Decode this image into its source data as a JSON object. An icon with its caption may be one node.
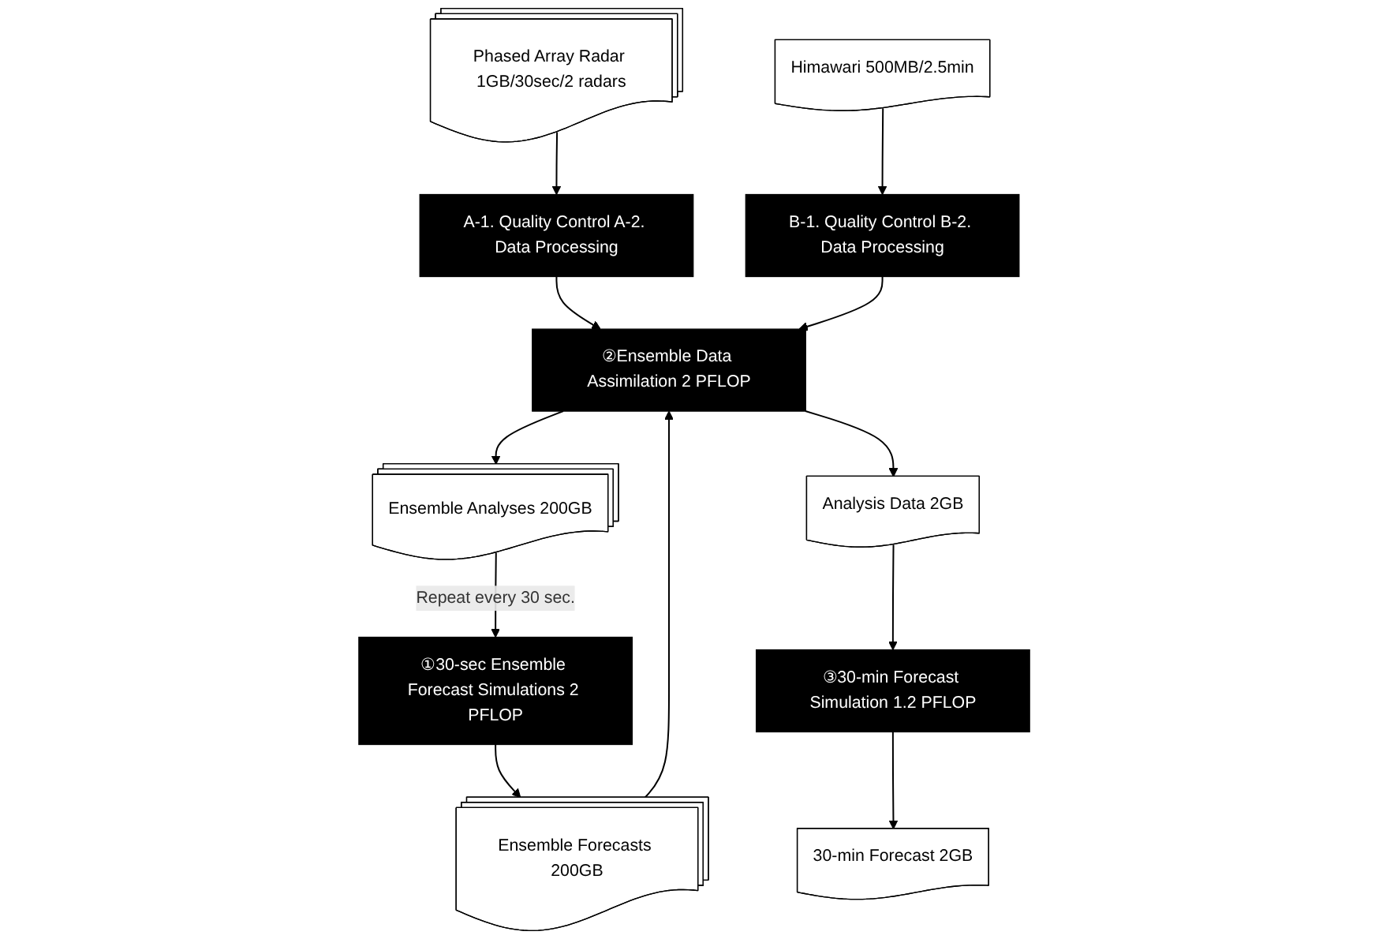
{
  "diagram": {
    "nodes": [
      {
        "text": [
          "Phased Array Radar 1GB/30sec/2 radars"
        ]
      },
      {
        "text": [
          "Himawari 500MB/2.5min"
        ]
      },
      {
        "text": [
          "A-1. Quality Control A-2. Data Processing"
        ]
      },
      {
        "text": [
          "B-1. Quality Control B-2. Data Processing"
        ]
      },
      {
        "text": [
          "①30-sec Ensemble Forecast Simulations 2 PFLOP"
        ]
      },
      {
        "text": [
          "②Ensemble Data Assimilation 2 PFLOP"
        ]
      },
      {
        "text": [
          "Analysis Data 2GB"
        ]
      },
      {
        "text": [
          "Ensemble Forecasts 200GB"
        ]
      },
      {
        "text": [
          "Ensemble Analyses 200GB"
        ]
      },
      {
        "text": [
          "③30-min Forecast Simulation 1.2 PFLOP"
        ]
      },
      {
        "text": [
          "30-min Forecast 2GB"
        ]
      }
    ],
    "edges": [
      {
        "from": 0,
        "to": 2,
        "arrow": "to"
      },
      {
        "from": 1,
        "to": 3,
        "arrow": "to"
      },
      {
        "from": 2,
        "to": 5,
        "arrow": "to"
      },
      {
        "from": 3,
        "to": 5,
        "arrow": "to"
      },
      {
        "from": 4,
        "to": 7,
        "arrow": "to"
      },
      {
        "from": 7,
        "to": 5,
        "arrow": "to"
      },
      {
        "from": 5,
        "to": 8,
        "arrow": "to"
      },
      {
        "from": 5,
        "to": 6,
        "arrow": "to"
      },
      {
        "from": 8,
        "to": 4,
        "arrow": "to",
        "label": "Repeat every 30 sec."
      },
      {
        "from": 6,
        "to": 9,
        "arrow": "to"
      },
      {
        "from": 9,
        "to": 10,
        "arrow": "to"
      }
    ]
  }
}
